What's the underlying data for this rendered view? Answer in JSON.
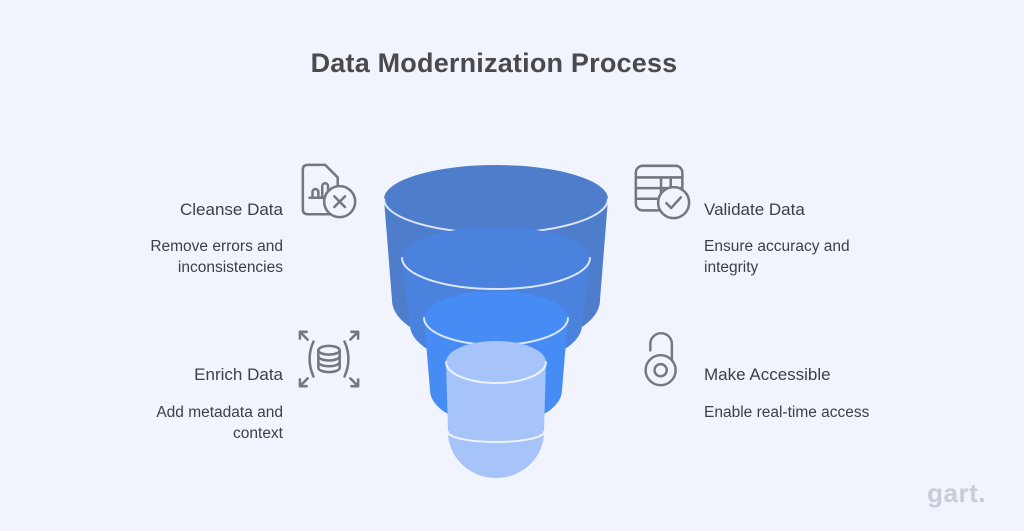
{
  "title": "Data Modernization Process",
  "brand": {
    "logo_text": "gart."
  },
  "steps": [
    {
      "id": "cleanse",
      "label": "Cleanse Data",
      "description": "Remove errors and inconsistencies",
      "icon": "document-remove-icon",
      "side": "left"
    },
    {
      "id": "validate",
      "label": "Validate Data",
      "description": "Ensure accuracy and integrity",
      "icon": "table-check-icon",
      "side": "right"
    },
    {
      "id": "enrich",
      "label": "Enrich Data",
      "description": "Add metadata and context",
      "icon": "database-expand-icon",
      "side": "left"
    },
    {
      "id": "accessible",
      "label": "Make Accessible",
      "description": "Enable real-time access",
      "icon": "unlock-icon",
      "side": "right"
    }
  ],
  "funnel": {
    "type": "stacked-funnel",
    "tier_count": 4,
    "tiers": [
      {
        "name": "tier-1",
        "color": "#4e7dcb"
      },
      {
        "name": "tier-2",
        "color": "#4a82de"
      },
      {
        "name": "tier-3",
        "color": "#478bf4"
      },
      {
        "name": "tier-4",
        "color": "#a6c4f9"
      }
    ]
  },
  "colors": {
    "background": "#f1f4fc",
    "title": "#4a4a4c",
    "text": "#3d3f45",
    "icon": "#74777e",
    "rim": "#ffffff",
    "logo": "#c9ccd6"
  }
}
